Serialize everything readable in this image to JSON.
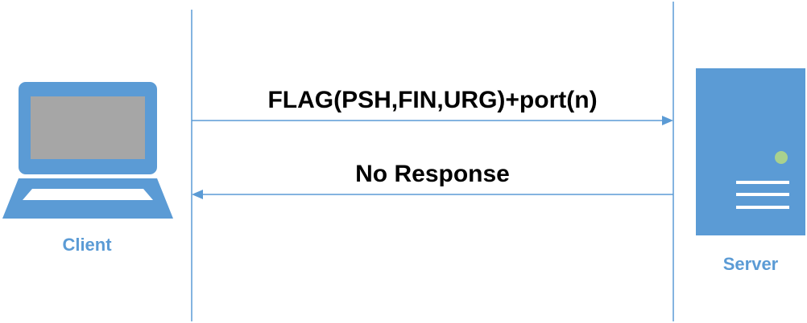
{
  "colors": {
    "accent": "#5b9bd5",
    "screen": "#a6a6a6",
    "led": "#a9d18e",
    "text": "#000000"
  },
  "client": {
    "label": "Client",
    "icon": "laptop-icon"
  },
  "server": {
    "label": "Server",
    "icon": "server-icon"
  },
  "messages": [
    {
      "text": "FLAG(PSH,FIN,URG)+port(n)",
      "direction": "client-to-server"
    },
    {
      "text": "No Response",
      "direction": "server-to-client"
    }
  ]
}
